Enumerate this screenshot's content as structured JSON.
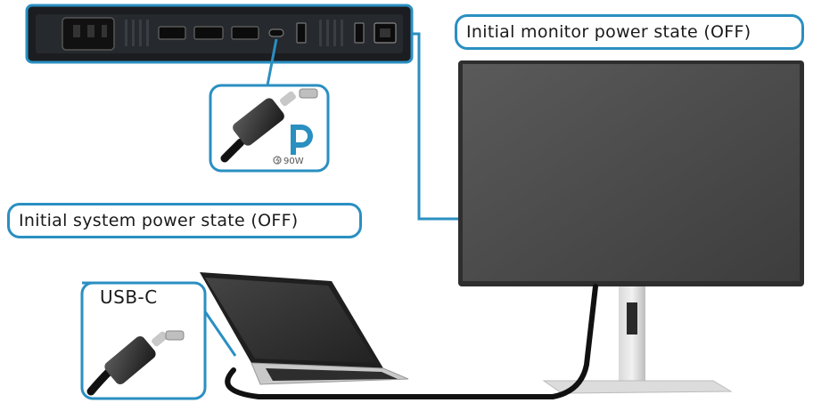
{
  "labels": {
    "monitor_state": "Initial monitor power state (OFF)",
    "system_state": "Initial system power state (OFF)",
    "usb_c": "USB-C",
    "power_rating": "90W"
  },
  "icons": {
    "power_delivery": "power-delivery-icon",
    "displayport": "displayport-logo-icon"
  },
  "colors": {
    "accent": "#2a8fc1",
    "monitor_screen": "#4a4a4a",
    "cable": "#111111"
  }
}
